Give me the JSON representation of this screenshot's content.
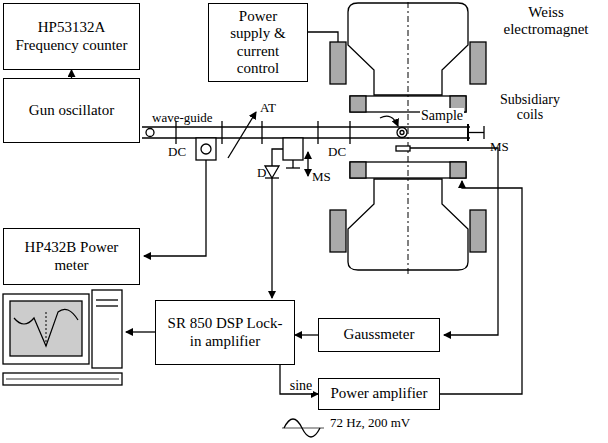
{
  "diagram": {
    "nodes": [
      {
        "text": [
          "HP53132A Frequency counter"
        ]
      },
      {
        "text": [
          "Power supply & current control"
        ]
      },
      {
        "text": [
          "Gun oscillator"
        ]
      },
      {
        "text": [
          "HP432B Power meter"
        ]
      },
      {
        "text": [
          "SR 850 DSP Lock-in amplifier"
        ]
      },
      {
        "text": [
          "Gaussmeter"
        ]
      },
      {
        "text": [
          "Power amplifier"
        ]
      }
    ],
    "edges": [
      {
        "from": 2,
        "to": 0,
        "arrow": "to"
      },
      {
        "from": 4,
        "to": 6,
        "label": "sine",
        "arrow": "to"
      },
      {
        "from": 5,
        "to": 4,
        "arrow": "to"
      }
    ],
    "labels": [
      "Weiss electromagnet",
      "Subsidiary coils",
      "wave-guide",
      "AT",
      "Sample",
      "MS",
      "DC",
      "MS",
      "DC",
      "D",
      "72 Hz, 200 mV"
    ]
  }
}
